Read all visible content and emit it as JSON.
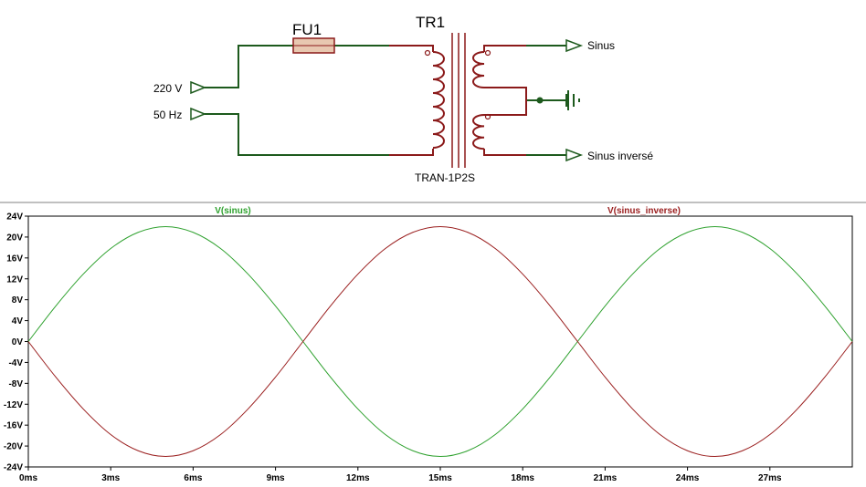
{
  "schematic": {
    "fuse_label": "FU1",
    "transformer_label": "TR1",
    "transformer_model": "TRAN-1P2S",
    "input_labels": [
      "220 V",
      "50 Hz"
    ],
    "output_labels": [
      "Sinus",
      "Sinus inversé"
    ],
    "colors": {
      "wire": "#1d5a1d",
      "coil": "#8b1a1a",
      "fuse_fill": "#e8c8b0",
      "fuse_stroke": "#8b1a1a"
    }
  },
  "chart_data": {
    "type": "line",
    "title": "",
    "xlabel": "",
    "ylabel": "",
    "xlim": [
      0,
      30
    ],
    "ylim": [
      -24,
      24
    ],
    "x_ticks": [
      0,
      3,
      6,
      9,
      12,
      15,
      18,
      21,
      24,
      27
    ],
    "x_tick_labels": [
      "0ms",
      "3ms",
      "6ms",
      "9ms",
      "12ms",
      "15ms",
      "18ms",
      "21ms",
      "24ms",
      "27ms"
    ],
    "y_ticks": [
      24,
      20,
      16,
      12,
      8,
      4,
      0,
      -4,
      -8,
      -12,
      -16,
      -20,
      -24
    ],
    "y_tick_labels": [
      "24V",
      "20V",
      "16V",
      "12V",
      "8V",
      "4V",
      "0V",
      "-4V",
      "-8V",
      "-12V",
      "-16V",
      "-20V",
      "-24V"
    ],
    "grid": false,
    "legend": "top",
    "x": [
      0,
      1,
      2,
      3,
      4,
      5,
      6,
      7,
      8,
      9,
      10,
      11,
      12,
      13,
      14,
      15,
      16,
      17,
      18,
      19,
      20,
      21,
      22,
      23,
      24,
      25,
      26,
      27,
      28,
      29,
      30
    ],
    "series": [
      {
        "name": "V(sinus)",
        "color": "#2ea12e",
        "label_position": "left",
        "values": [
          0,
          6.8,
          12.9,
          17.8,
          20.9,
          22,
          20.9,
          17.8,
          12.9,
          6.8,
          0,
          -6.8,
          -12.9,
          -17.8,
          -20.9,
          -22,
          -20.9,
          -17.8,
          -12.9,
          -6.8,
          0,
          6.8,
          12.9,
          17.8,
          20.9,
          22,
          20.9,
          17.8,
          12.9,
          6.8,
          0
        ]
      },
      {
        "name": "V(sinus_inverse)",
        "color": "#9a1e1e",
        "label_position": "right",
        "values": [
          0,
          -6.8,
          -12.9,
          -17.8,
          -20.9,
          -22,
          -20.9,
          -17.8,
          -12.9,
          -6.8,
          0,
          6.8,
          12.9,
          17.8,
          20.9,
          22,
          20.9,
          17.8,
          12.9,
          6.8,
          0,
          -6.8,
          -12.9,
          -17.8,
          -20.9,
          -22,
          -20.9,
          -17.8,
          -12.9,
          -6.8,
          0
        ]
      }
    ]
  }
}
